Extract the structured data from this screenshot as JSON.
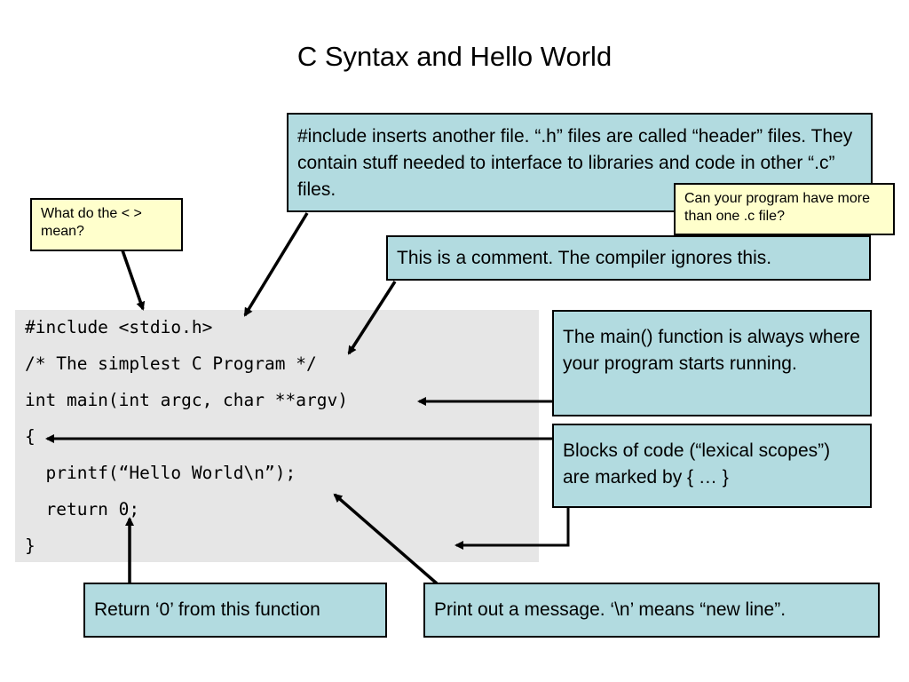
{
  "title": "C Syntax and Hello World",
  "code_lines": [
    "#include <stdio.h>",
    "/* The simplest C Program */",
    "int main(int argc, char **argv)",
    "{",
    "  printf(“Hello World\\n”);",
    "  return 0;",
    "}"
  ],
  "callouts": {
    "include": "#include inserts another file.  “.h” files are called “header” files.  They contain stuff needed to interface to libraries and code in other “.c” files.",
    "comment": "This is a comment.  The compiler ignores this.",
    "main": "The main() function is always where your program starts running.",
    "blocks": "Blocks of code (“lexical scopes”) are marked by { … }",
    "return": "Return ‘0’ from this function",
    "printf": "Print out a message. ‘\\n’ means “new line”."
  },
  "notes": {
    "angle_brackets": "What do the < > mean?",
    "multiple_files": "Can your program have more than one .c file?"
  },
  "colors": {
    "callout_fill": "#b2dbe0",
    "note_fill": "#ffffcc",
    "code_background": "#e6e6e6"
  }
}
